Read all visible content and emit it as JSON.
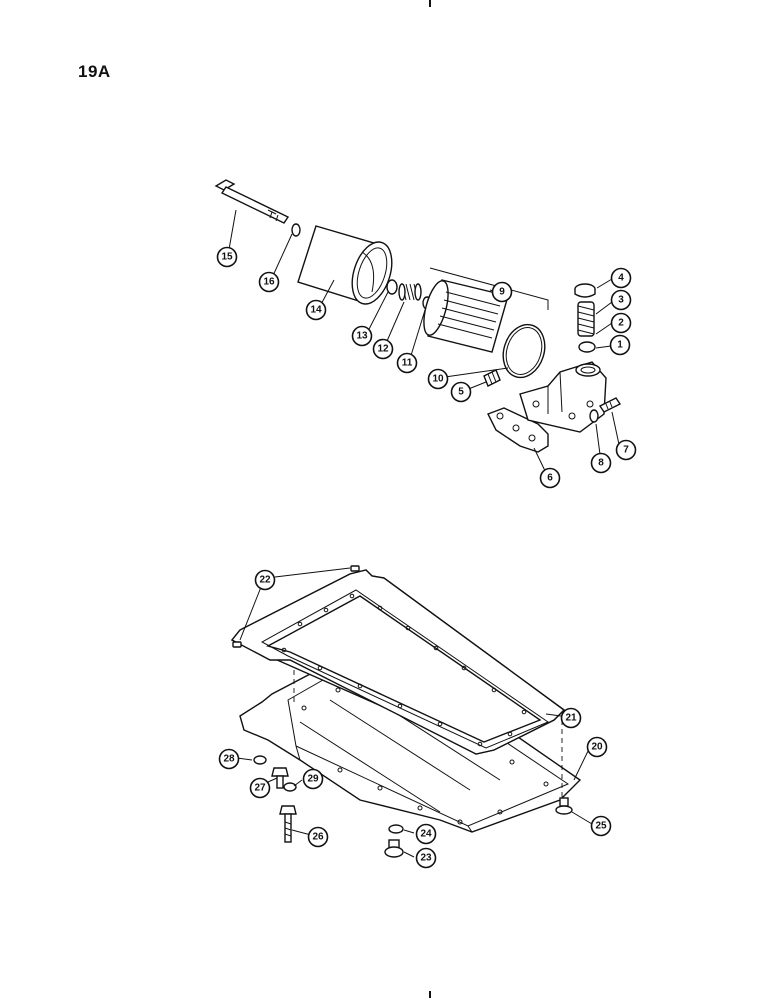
{
  "page": {
    "figure_id": "19A"
  },
  "callouts": {
    "c1": "1",
    "c2": "2",
    "c3": "3",
    "c4": "4",
    "c5": "5",
    "c6": "6",
    "c7": "7",
    "c8": "8",
    "c9": "9",
    "c10": "10",
    "c11": "11",
    "c12": "12",
    "c13": "13",
    "c14": "14",
    "c15": "15",
    "c16": "16",
    "c20": "20",
    "c21": "21",
    "c22": "22",
    "c23": "23",
    "c24": "24",
    "c25": "25",
    "c26": "26",
    "c27": "27",
    "c28": "28",
    "c29": "29"
  }
}
